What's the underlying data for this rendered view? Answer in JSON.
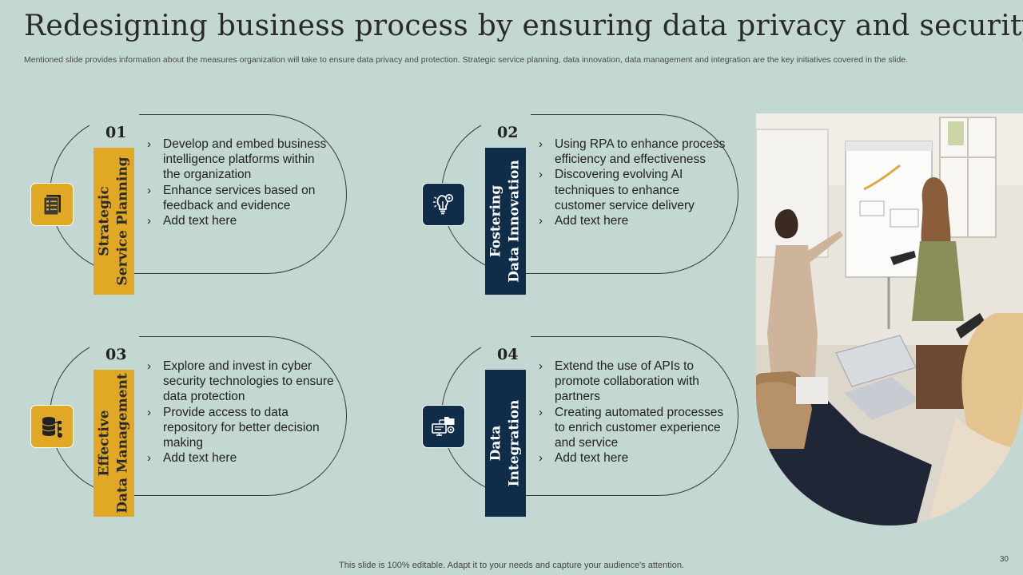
{
  "title": "Redesigning business process by ensuring data privacy and security",
  "subtitle": "Mentioned slide provides information about the measures organization will take to ensure data privacy and protection. Strategic service planning, data innovation, data management and integration are the key initiatives covered in the slide.",
  "cards": [
    {
      "number": "01",
      "label_line1": "Strategic",
      "label_line2": "Service Planning",
      "icon": "document-stack-icon",
      "bullets": [
        "Develop and embed business intelligence platforms within the organization",
        "Enhance services based on feedback and evidence",
        "Add text here"
      ]
    },
    {
      "number": "02",
      "label_line1": "Fostering",
      "label_line2": "Data Innovation",
      "icon": "lightbulb-gear-icon",
      "bullets": [
        "Using RPA to enhance process efficiency and effectiveness",
        "Discovering evolving AI techniques to enhance customer service delivery",
        "Add text here"
      ]
    },
    {
      "number": "03",
      "label_line1": "Effective",
      "label_line2": "Data Management",
      "icon": "database-icon",
      "bullets": [
        "Explore and invest in cyber security technologies to ensure data protection",
        "Provide access to data repository for better decision making",
        "Add text here"
      ]
    },
    {
      "number": "04",
      "label_line1": "Data",
      "label_line2": "Integration",
      "icon": "data-integration-icon",
      "bullets": [
        "Extend the use of APIs to promote collaboration with partners",
        "Creating automated processes to enrich customer experience and service",
        "Add text here"
      ]
    }
  ],
  "bullet_glyph": "›",
  "footer": "This slide is 100% editable. Adapt it to your needs and capture your audience's attention.",
  "page_number": "30",
  "colors": {
    "background": "#c3d8d2",
    "gold": "#e0a825",
    "navy": "#0f2d48"
  }
}
